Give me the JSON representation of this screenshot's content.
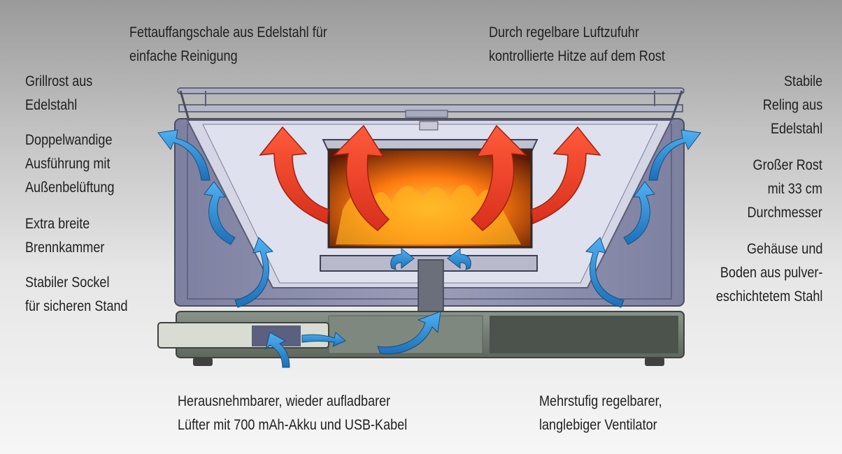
{
  "labels": {
    "grease_tray": [
      "Fettauffangschale aus Edelstahl für",
      "einfache Reinigung"
    ],
    "air_supply": [
      "Durch regelbare Luftzufuhr",
      "kontrollierte Hitze auf dem Rost"
    ],
    "grill_grate": [
      "Grillrost aus",
      "Edelstahl"
    ],
    "double_wall": [
      "Doppelwandige",
      "Ausführung mit",
      "Außenbelüftung"
    ],
    "wide_chamber": [
      "Extra breite",
      "Brennkammer"
    ],
    "stable_base": [
      "Stabiler Sockel",
      "für sicheren Stand"
    ],
    "railing": [
      "Stabile",
      "Reling aus",
      "Edelstahl"
    ],
    "large_grate": [
      "Großer Rost",
      "mit 33 cm",
      "Durchmesser"
    ],
    "housing": [
      "Gehäuse und",
      "Boden aus pulver-",
      "eschichtetem Stahl"
    ],
    "fan": [
      "Herausnehmbarer, wieder aufladbarer",
      "Lüfter mit 700 mAh-Akku und USB-Kabel"
    ],
    "ventilator": [
      "Mehrstufig regelbarer,",
      "langlebiger Ventilator"
    ]
  },
  "colors": {
    "hot_air": "#e8402a",
    "cool_air": "#2f8fd8",
    "housing": "#8d90ae",
    "base": "#707a70",
    "fire": "#ff7a10"
  }
}
